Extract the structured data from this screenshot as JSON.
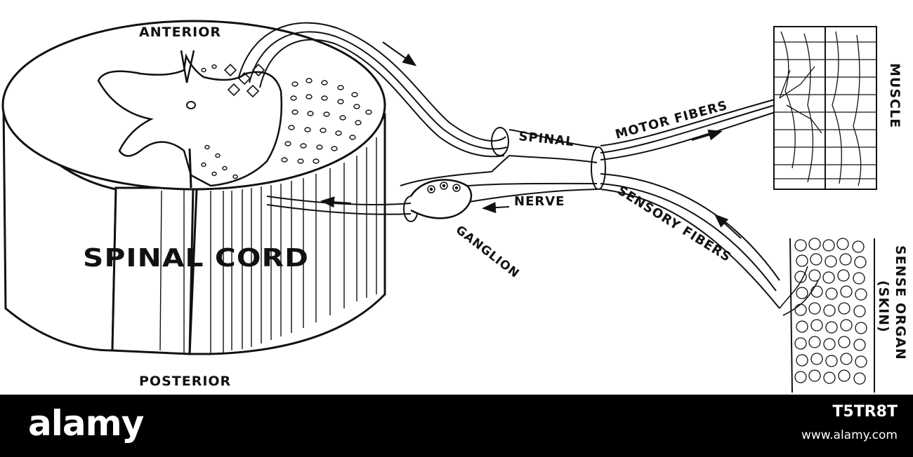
{
  "diagram": {
    "labels": {
      "anterior": "ANTERIOR",
      "posterior": "POSTERIOR",
      "spinal_cord": "SPINAL CORD",
      "spinal": "SPINAL",
      "nerve": "NERVE",
      "ganglion": "GANGLION",
      "motor_fibers": "MOTOR FIBERS",
      "sensory_fibers": "SENSORY FIBERS",
      "muscle": "MUSCLE",
      "sense_organ": "SENSE ORGAN",
      "skin": "(SKIN)"
    }
  },
  "watermark": {
    "logo": "alamy",
    "image_id": "T5TR8T",
    "url": "www.alamy.com"
  },
  "colors": {
    "ink": "#111111",
    "background": "#ffffff",
    "bar": "#000000"
  }
}
